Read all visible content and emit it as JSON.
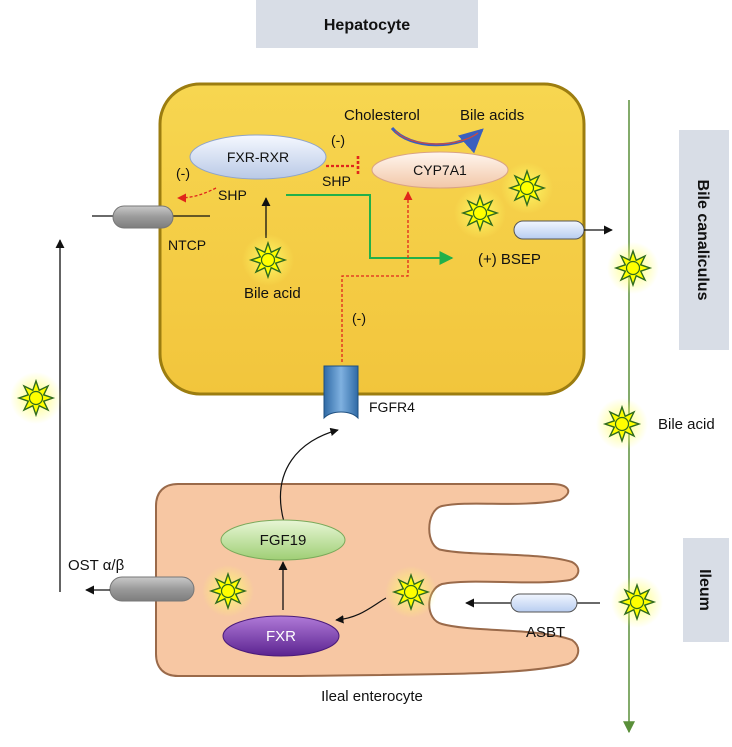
{
  "labels": {
    "hepatocyte": "Hepatocyte",
    "bile_canaliculus": "Bile canaliculus",
    "ileum": "Ileum",
    "fxr_rxr": "FXR-RXR",
    "shp_left": "SHP",
    "shp_mid": "SHP",
    "inhibit_left": "(-)",
    "inhibit_top": "(-)",
    "inhibit_mid": "(-)",
    "cholesterol": "Cholesterol",
    "bile_acids": "Bile acids",
    "cyp7a1": "CYP7A1",
    "ntcp": "NTCP",
    "bile_acid_inner": "Bile acid",
    "bsep": "(+) BSEP",
    "fgfr4": "FGFR4",
    "bile_acid_right": "Bile acid",
    "fgf19": "FGF19",
    "fxr": "FXR",
    "ost": "OST α/β",
    "asbt": "ASBT",
    "ileal_enterocyte": "Ileal enterocyte"
  },
  "colors": {
    "hepatocyte_fill": "#f5cf4a",
    "hepatocyte_border": "#b8940e",
    "enterocyte_fill": "#f7c7a3",
    "enterocyte_border": "#9a6a4a",
    "header_box": "#d8dde6",
    "side_box": "#d8dde6",
    "green_arrow": "#22b04a",
    "red_dashed": "#e0261b",
    "duct_line": "#5a8f3a",
    "sun": "#ffff00"
  },
  "icons": [
    "bile-acid-sun-icon",
    "transporter-capsule-icon",
    "receptor-icon"
  ]
}
